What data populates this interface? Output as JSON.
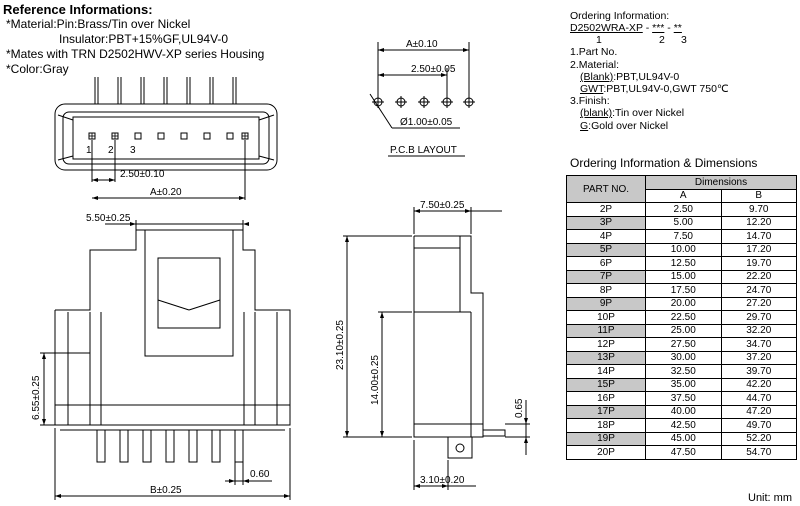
{
  "reference": {
    "title": "Reference Informations:",
    "lines": [
      "*Material:Pin:Brass/Tin over Nickel",
      "Insulator:PBT+15%GF,UL94V-0",
      "*Mates with TRN D2502HWV-XP series Housing",
      "*Color:Gray"
    ]
  },
  "ordering": {
    "title": "Ordering Information:",
    "part_code": "D2502WRA-XP",
    "code_sep1": "-",
    "code_mid": "***",
    "code_sep2": "-",
    "code_end": "**",
    "index_1": "1",
    "index_2": "2",
    "index_3": "3",
    "item1": "1.Part No.",
    "item2": "2.Material:",
    "item2a_key": "(Blank)",
    "item2a_val": ":PBT,UL94V-0",
    "item2b_key": "GWT",
    "item2b_val": ":PBT,UL94V-0,GWT 750℃",
    "item3": "3.Finish:",
    "item3a_key": "(blank)",
    "item3a_val": ":Tin over Nickel",
    "item3b_key": "G",
    "item3b_val": ":Gold over Nickel"
  },
  "dimensions_table": {
    "title": "Ordering Information & Dimensions",
    "col_part": "PART NO.",
    "col_group": "Dimensions",
    "col_a": "A",
    "col_b": "B",
    "rows": [
      {
        "part": "2P",
        "a": "2.50",
        "b": "9.70"
      },
      {
        "part": "3P",
        "a": "5.00",
        "b": "12.20"
      },
      {
        "part": "4P",
        "a": "7.50",
        "b": "14.70"
      },
      {
        "part": "5P",
        "a": "10.00",
        "b": "17.20"
      },
      {
        "part": "6P",
        "a": "12.50",
        "b": "19.70"
      },
      {
        "part": "7P",
        "a": "15.00",
        "b": "22.20"
      },
      {
        "part": "8P",
        "a": "17.50",
        "b": "24.70"
      },
      {
        "part": "9P",
        "a": "20.00",
        "b": "27.20"
      },
      {
        "part": "10P",
        "a": "22.50",
        "b": "29.70"
      },
      {
        "part": "11P",
        "a": "25.00",
        "b": "32.20"
      },
      {
        "part": "12P",
        "a": "27.50",
        "b": "34.70"
      },
      {
        "part": "13P",
        "a": "30.00",
        "b": "37.20"
      },
      {
        "part": "14P",
        "a": "32.50",
        "b": "39.70"
      },
      {
        "part": "15P",
        "a": "35.00",
        "b": "42.20"
      },
      {
        "part": "16P",
        "a": "37.50",
        "b": "44.70"
      },
      {
        "part": "17P",
        "a": "40.00",
        "b": "47.20"
      },
      {
        "part": "18P",
        "a": "42.50",
        "b": "49.70"
      },
      {
        "part": "19P",
        "a": "45.00",
        "b": "52.20"
      },
      {
        "part": "20P",
        "a": "47.50",
        "b": "54.70"
      }
    ],
    "unit": "Unit: mm"
  },
  "drawing": {
    "top_pin1": "1",
    "top_pin2": "2",
    "top_pin3": "3",
    "top_pitch": "2.50±0.10",
    "top_a": "A±0.20",
    "pcb_a": "A±0.10",
    "pcb_pitch": "2.50±0.05",
    "pcb_hole": "Ø1.00±0.05",
    "pcb_title": "P.C.B LAYOUT",
    "front_top": "5.50±0.25",
    "front_height": "6.55±0.25",
    "front_pin": "0.60",
    "front_b": "B±0.25",
    "side_top": "7.50±0.25",
    "side_total": "23.10±0.25",
    "side_body": "14.00±0.25",
    "side_pin": "0.65",
    "side_bottom": "3.10±0.20"
  }
}
